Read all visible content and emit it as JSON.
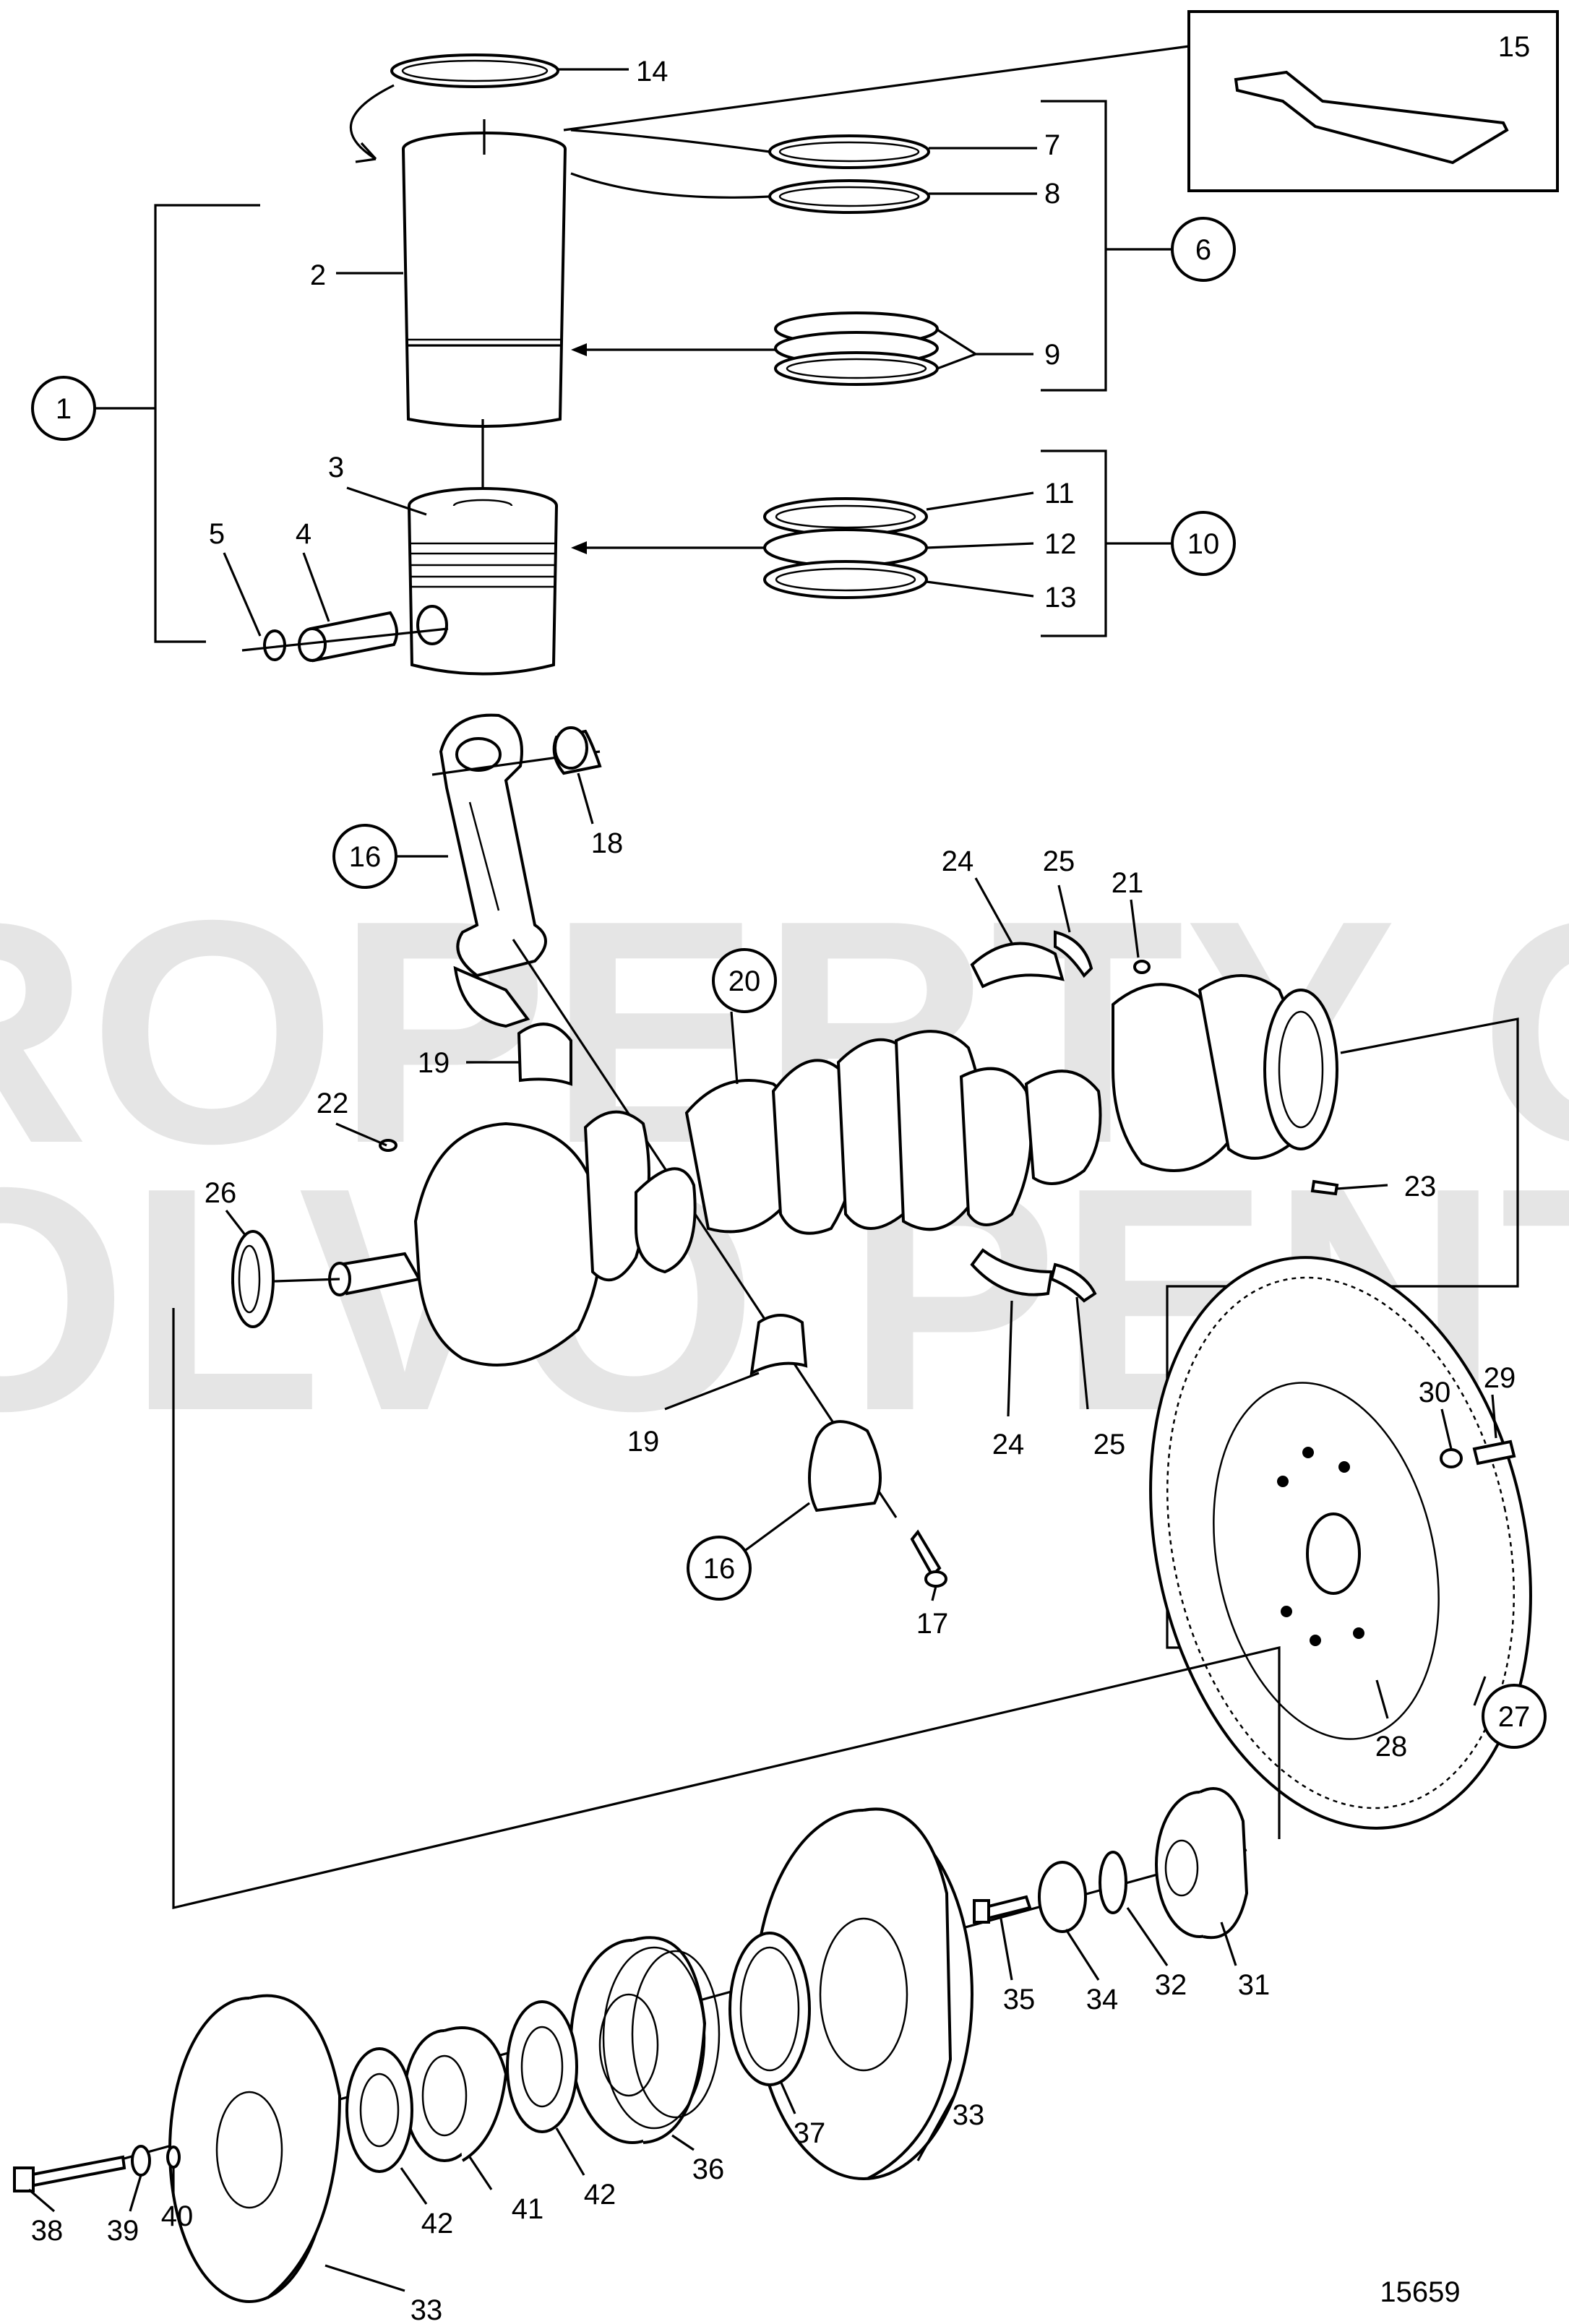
{
  "diagram": {
    "drawing_number": "15659",
    "watermark": [
      "PROPERTY OF",
      "VOLVO PENTA"
    ],
    "callouts": [
      "1",
      "2",
      "3",
      "4",
      "5",
      "6",
      "7",
      "8",
      "9",
      "10",
      "11",
      "12",
      "13",
      "14",
      "15",
      "16",
      "16",
      "17",
      "18",
      "19",
      "19",
      "20",
      "21",
      "22",
      "23",
      "24",
      "24",
      "25",
      "25",
      "26",
      "27",
      "28",
      "29",
      "30",
      "31",
      "32",
      "33",
      "33",
      "34",
      "35",
      "36",
      "37",
      "38",
      "39",
      "40",
      "41",
      "42",
      "42"
    ],
    "circled_callouts": [
      "1",
      "6",
      "10",
      "16",
      "16",
      "20",
      "27"
    ],
    "parts": [
      "cylinder-liner",
      "piston",
      "piston-pin",
      "circlip",
      "liner-seal-ring",
      "liner-o-rings",
      "piston-rings",
      "sealant-tube",
      "connecting-rod",
      "rod-bushing",
      "rod-bearing-shells",
      "crankshaft",
      "main-bearing-shells",
      "thrust-washers",
      "crankshaft-gear",
      "flywheel",
      "ring-gear",
      "vibration-damper",
      "pulley",
      "hub"
    ]
  }
}
